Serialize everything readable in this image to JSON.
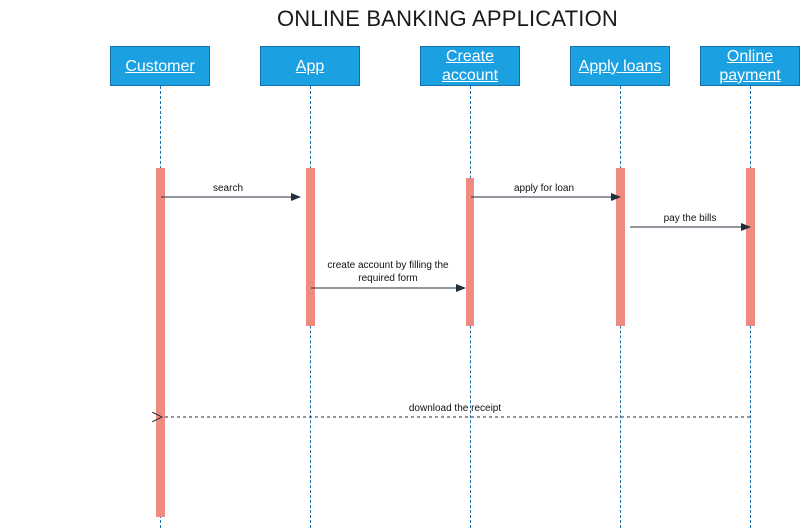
{
  "title": "ONLINE BANKING APPLICATION",
  "lifelines": [
    {
      "id": "customer",
      "label": "Customer "
    },
    {
      "id": "app",
      "label": "App"
    },
    {
      "id": "create",
      "label": "Create account"
    },
    {
      "id": "loans",
      "label": "Apply loans"
    },
    {
      "id": "payment",
      "label": "Online payment"
    }
  ],
  "messages": [
    {
      "from": "customer",
      "to": "app",
      "label": "search",
      "style": "solid"
    },
    {
      "from": "app",
      "to": "create",
      "label": "create account by filling the required form",
      "style": "solid"
    },
    {
      "from": "create",
      "to": "loans",
      "label": "apply for loan",
      "style": "solid"
    },
    {
      "from": "loans",
      "to": "payment",
      "label": "pay the bills",
      "style": "solid"
    },
    {
      "from": "payment",
      "to": "customer",
      "label": "download the receipt",
      "style": "dashed-return"
    }
  ],
  "colors": {
    "lifeline_fill": "#1ba1e2",
    "lifeline_border": "#1a6fa8",
    "activation": "#f08b80",
    "arrow": "#1f2d3d"
  }
}
